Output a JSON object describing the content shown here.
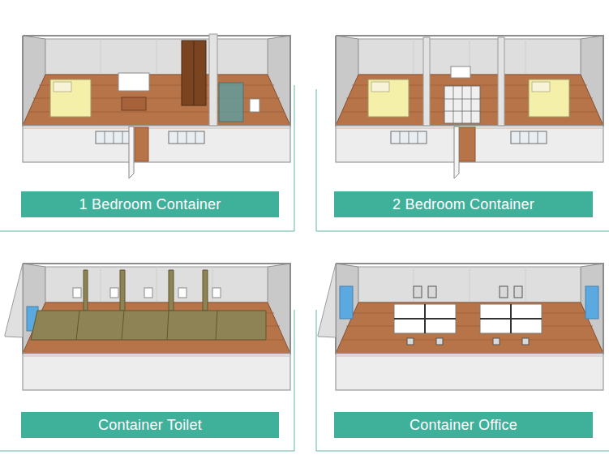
{
  "diagram": {
    "nodes": [
      {
        "text": [
          "1 Bedroom Container"
        ]
      },
      {
        "text": [
          "2 Bedroom Container"
        ]
      },
      {
        "text": [
          "Container Toilet"
        ]
      },
      {
        "text": [
          "Container Office"
        ]
      }
    ]
  }
}
